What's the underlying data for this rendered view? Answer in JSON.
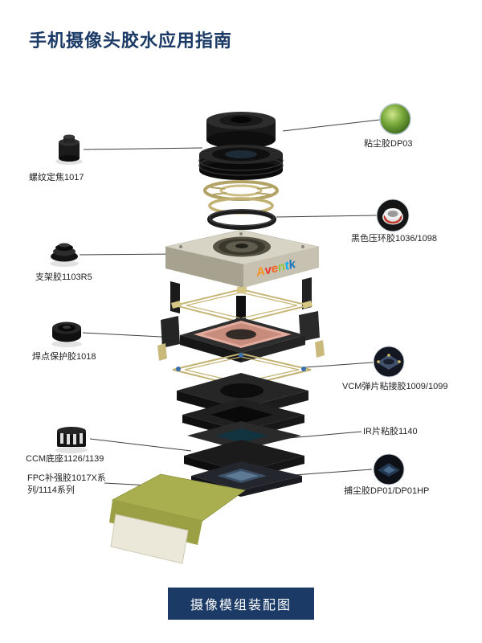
{
  "page": {
    "title": "手机摄像头胶水应用指南",
    "footer_caption": "摄像模组装配图"
  },
  "brand": {
    "letters": [
      {
        "ch": "A",
        "color": "#f7941d"
      },
      {
        "ch": "v",
        "color": "#ee3124"
      },
      {
        "ch": "e",
        "color": "#f26522"
      },
      {
        "ch": "n",
        "color": "#8dc63f"
      },
      {
        "ch": "t",
        "color": "#00aeef"
      },
      {
        "ch": "k",
        "color": "#1b75bb"
      }
    ]
  },
  "labels": {
    "left": [
      {
        "text": "螺纹定焦1017",
        "icon": "lens-barrel-photo-icon"
      },
      {
        "text": "支架胶1103R5",
        "icon": "holder-rings-photo-icon"
      },
      {
        "text": "焊点保护胶1018",
        "icon": "lens-mount-photo-icon"
      },
      {
        "text": "CCM底座1126/1139",
        "icon": "ccm-base-photo-icon"
      },
      {
        "text": "FPC补强胶1017X系列/1114系列",
        "icon": ""
      }
    ],
    "right": [
      {
        "text": "粘尘胶DP03",
        "icon": "green-gel-photo-icon"
      },
      {
        "text": "黑色压环胶1036/1098",
        "icon": "press-ring-photo-icon"
      },
      {
        "text": "VCM弹片粘接胶1009/1099",
        "icon": "vcm-spring-photo-icon"
      },
      {
        "text": "IR片粘胶1140",
        "icon": ""
      },
      {
        "text": "捕尘胶DP01/DP01HP",
        "icon": "sensor-photo-icon"
      }
    ]
  },
  "colors": {
    "title_navy": "#1b3a66",
    "footer_bg": "#1b3a66",
    "footer_text": "#ffffff",
    "leader_line": "#3f3f3f",
    "housing_beige": "#d7d3c5",
    "coil_copper": "#e3ac9e",
    "spring_gold": "#c6b676",
    "fpc_green": "#a9ae4f"
  }
}
